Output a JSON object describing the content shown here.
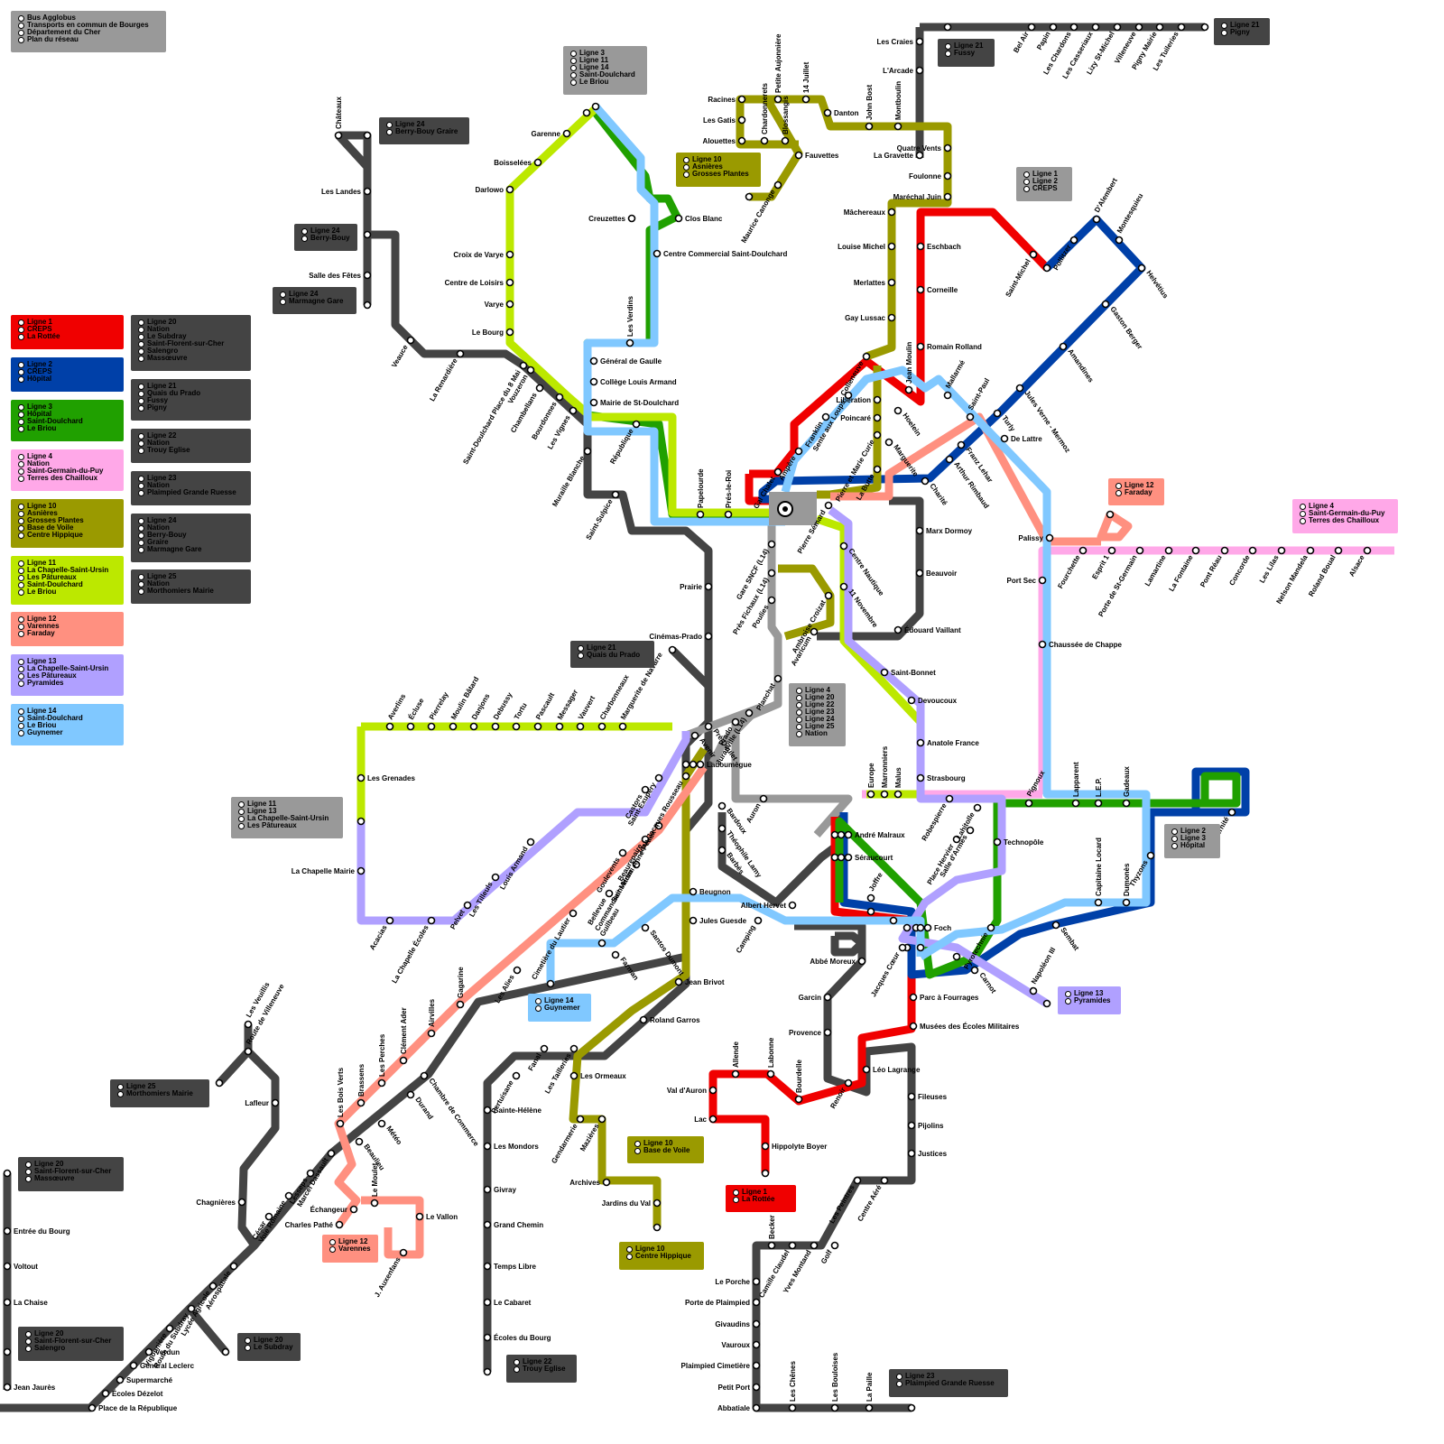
{
  "colors": {
    "dark": "#444444",
    "red": "#f00000",
    "blue": "#0040a8",
    "green": "#20a000",
    "pink": "#ffa8e8",
    "olive": "#9a9a00",
    "lime": "#bce800",
    "salmon": "#ff9080",
    "lavender": "#b0a0ff",
    "sky": "#80c8ff",
    "grey_box": "#999999"
  },
  "legend": [
    {
      "id": "agglobus",
      "color": "grey_box",
      "lines": [
        "Bus Agglobus",
        "Transports en commun de Bourges",
        "Département du Cher",
        "Plan du réseau"
      ]
    },
    {
      "id": "l1",
      "color": "red",
      "lines": [
        "Ligne 1",
        "CREPS",
        "La Rottée"
      ]
    },
    {
      "id": "l2",
      "color": "blue",
      "lines": [
        "Ligne 2",
        "CREPS",
        "Hôpital"
      ]
    },
    {
      "id": "l3",
      "color": "green",
      "lines": [
        "Ligne 3",
        "Hôpital",
        "Saint-Doulchard",
        "Le Briou"
      ]
    },
    {
      "id": "l4",
      "color": "pink",
      "lines": [
        "Ligne 4",
        "Nation",
        "Saint-Germain-du-Puy",
        "Terres des Chailloux"
      ]
    },
    {
      "id": "l10",
      "color": "olive",
      "lines": [
        "Ligne 10",
        "Asnières",
        "Grosses Plantes",
        "Base de Voile",
        "Centre Hippique"
      ]
    },
    {
      "id": "l11",
      "color": "lime",
      "lines": [
        "Ligne 11",
        "La Chapelle-Saint-Ursin",
        "Les Pâtureaux",
        "Saint-Doulchard",
        "Le Briou"
      ]
    },
    {
      "id": "l12",
      "color": "salmon",
      "lines": [
        "Ligne 12",
        "Varennes",
        "Faraday"
      ]
    },
    {
      "id": "l13",
      "color": "lavender",
      "lines": [
        "Ligne 13",
        "La Chapelle-Saint-Ursin",
        "Les Pâtureaux",
        "Pyramides"
      ]
    },
    {
      "id": "l14",
      "color": "sky",
      "lines": [
        "Ligne 14",
        "Saint-Doulchard",
        "Le Briou",
        "Guynemer"
      ]
    },
    {
      "id": "l20",
      "color": "dark",
      "lines": [
        "Ligne 20",
        "Nation",
        "Le Subdray",
        "Saint-Florent-sur-Cher",
        "Salengro",
        "Massœuvre"
      ]
    },
    {
      "id": "l21",
      "color": "dark",
      "lines": [
        "Ligne 21",
        "Quais du Prado",
        "Fussy",
        "Pigny"
      ]
    },
    {
      "id": "l22",
      "color": "dark",
      "lines": [
        "Ligne 22",
        "Nation",
        "Trouy Eglise"
      ]
    },
    {
      "id": "l23",
      "color": "dark",
      "lines": [
        "Ligne 23",
        "Nation",
        "Plaimpied Grande Ruesse"
      ]
    },
    {
      "id": "l24",
      "color": "dark",
      "lines": [
        "Ligne 24",
        "Nation",
        "Berry-Bouy",
        "Graire",
        "Marmagne Gare"
      ]
    },
    {
      "id": "l25",
      "color": "dark",
      "lines": [
        "Ligne 25",
        "Nation",
        "Morthomiers Mairie"
      ]
    }
  ],
  "terminus_boxes": [
    {
      "id": "t-l3-l11-l14",
      "color": "grey_box",
      "lines": [
        "Ligne 3",
        "Ligne 11",
        "Ligne 14",
        "Saint-Doulchard",
        "Le Briou"
      ]
    },
    {
      "id": "t-l21-fussy",
      "color": "dark",
      "lines": [
        "Ligne 21",
        "Fussy"
      ]
    },
    {
      "id": "t-l21-pigny",
      "color": "dark",
      "lines": [
        "Ligne 21",
        "Pigny"
      ]
    },
    {
      "id": "t-l24-graire",
      "color": "dark",
      "lines": [
        "Ligne 24",
        "Berry-Bouy Graire"
      ]
    },
    {
      "id": "t-l24-berry",
      "color": "dark",
      "lines": [
        "Ligne 24",
        "Berry-Bouy"
      ]
    },
    {
      "id": "t-l24-marmagne",
      "color": "dark",
      "lines": [
        "Ligne 24",
        "Marmagne Gare"
      ]
    },
    {
      "id": "t-l10-asnieres",
      "color": "olive",
      "lines": [
        "Ligne 10",
        "Asnières",
        "Grosses Plantes"
      ]
    },
    {
      "id": "t-l1-l2-creps",
      "color": "grey_box",
      "lines": [
        "Ligne 1",
        "Ligne 2",
        "CREPS"
      ]
    },
    {
      "id": "t-l12-faraday",
      "color": "salmon",
      "lines": [
        "Ligne 12",
        "Faraday"
      ]
    },
    {
      "id": "t-l4-stgermain",
      "color": "pink",
      "lines": [
        "Ligne 4",
        "Saint-Germain-du-Puy",
        "Terres des Chailloux"
      ]
    },
    {
      "id": "t-l21-prado",
      "color": "dark",
      "lines": [
        "Ligne 21",
        "Quais du Prado"
      ]
    },
    {
      "id": "t-nation",
      "color": "grey_box",
      "lines": [
        "Ligne 4",
        "Ligne 20",
        "Ligne 22",
        "Ligne 23",
        "Ligne 24",
        "Ligne 25",
        "Nation"
      ]
    },
    {
      "id": "t-l11-l13",
      "color": "grey_box",
      "lines": [
        "Ligne 11",
        "Ligne 13",
        "La Chapelle-Saint-Ursin",
        "Les Pâtureaux"
      ]
    },
    {
      "id": "t-l2-l3-hopital",
      "color": "grey_box",
      "lines": [
        "Ligne 2",
        "Ligne 3",
        "Hôpital"
      ]
    },
    {
      "id": "t-l14-guynemer",
      "color": "sky",
      "lines": [
        "Ligne 14",
        "Guynemer"
      ]
    },
    {
      "id": "t-l13-pyramides",
      "color": "lavender",
      "lines": [
        "Ligne 13",
        "Pyramides"
      ]
    },
    {
      "id": "t-l25-morthomiers",
      "color": "dark",
      "lines": [
        "Ligne 25",
        "Morthomiers Mairie"
      ]
    },
    {
      "id": "t-l10-basevoile",
      "color": "olive",
      "lines": [
        "Ligne 10",
        "Base de Voile"
      ]
    },
    {
      "id": "t-l1-rottee",
      "color": "red",
      "lines": [
        "Ligne 1",
        "La Rottée"
      ]
    },
    {
      "id": "t-l20-stflorent-mass",
      "color": "dark",
      "lines": [
        "Ligne 20",
        "Saint-Florent-sur-Cher",
        "Massœuvre"
      ]
    },
    {
      "id": "t-l12-varennes",
      "color": "salmon",
      "lines": [
        "Ligne 12",
        "Varennes"
      ]
    },
    {
      "id": "t-l10-hippique",
      "color": "olive",
      "lines": [
        "Ligne 10",
        "Centre Hippique"
      ]
    },
    {
      "id": "t-l20-salengro",
      "color": "dark",
      "lines": [
        "Ligne 20",
        "Saint-Florent-sur-Cher",
        "Salengro"
      ]
    },
    {
      "id": "t-l20-subdray",
      "color": "dark",
      "lines": [
        "Ligne 20",
        "Le Subdray"
      ]
    },
    {
      "id": "t-l22-trouy",
      "color": "dark",
      "lines": [
        "Ligne 22",
        "Trouy Eglise"
      ]
    },
    {
      "id": "t-l23-plaimpied",
      "color": "dark",
      "lines": [
        "Ligne 23",
        "Plaimpied Grande Ruesse"
      ]
    }
  ],
  "stations": [
    "Châteaux",
    "Les Landes",
    "Salle des Fêtes",
    "Veauce",
    "La Renardière",
    "Saint-Doulchard Place du 8 Mai",
    "Vouzeron",
    "Chambellans",
    "Bourdonnes",
    "Les Vignes",
    "Muraille Blanche",
    "Saint-Sulpice",
    "Prairie",
    "Cinémas-Prado",
    "Garenne",
    "Boisselées",
    "Darlowo",
    "Croix de Varye",
    "Centre de Loisirs",
    "Varye",
    "Le Bourg",
    "Creuzettes",
    "Clos Blanc",
    "Centre Commercial Saint-Doulchard",
    "Les Verdins",
    "Général de Gaulle",
    "Collège Louis Armand",
    "Mairie de St-Doulchard",
    "République",
    "Papelourde",
    "Prés-le-Roi",
    "Racines",
    "Les Gatis",
    "Alouettes",
    "Chardonnerets",
    "Petite Aujonnière",
    "Blossangis",
    "14 Juillet",
    "Danton",
    "John Bost",
    "Montboulin",
    "Fauvettes",
    "Maurice Canonge",
    "Les Craies",
    "L'Arcade",
    "Quatre Vents",
    "La Gravette",
    "Foulonne",
    "Maréchal Juin",
    "Bel Air",
    "Papin",
    "Les Chardons",
    "Les Casseriaux",
    "Lizy St-Michel",
    "Villeneuve",
    "Pigny Mairie",
    "Les Tuileries",
    "Mâchereaux",
    "Louise Michel",
    "Merlattes",
    "Gay Lussac",
    "Colleneuve",
    "Jean Moulin",
    "Eschbach",
    "Corneille",
    "Romain Rolland",
    "Saint-Michel",
    "Pollitzer",
    "D'Alembert",
    "Montesquieu",
    "Helvétius",
    "Gaston Berger",
    "Amandines",
    "Jules Verne - Mermoz",
    "Turly",
    "De Lattre",
    "Mallarmé",
    "Saint-Paul",
    "Franz Lehar",
    "Arthur Rimbaud",
    "Charité",
    "Marguerite",
    "Hoelein",
    "Sente aux Loups",
    "Franklin",
    "Libération",
    "Poincaré",
    "Pierre et Marie Curie",
    "La Butte",
    "Ampère",
    "Gal Chalet",
    "Gare SNCF (L14)",
    "Pierre Sémard",
    "Près Fichaux (L14)",
    "Poulies",
    "Ambroise Croizat",
    "Avaricum",
    "Centre Nautique",
    "11 Novembre",
    "Marx Dormoy",
    "Beauvoir",
    "Édouard Vaillant",
    "Palissy",
    "Port Sec",
    "Chaussée de Chappe",
    "Fourchette",
    "Esprit 1",
    "Porte de St-Germain",
    "Lamartine",
    "La Fontaine",
    "Pont Réau",
    "Concorde",
    "Les Lilas",
    "Nelson Mandela",
    "Roland Boual",
    "Alsace",
    "Saint-Bonnet",
    "Devoucoux",
    "Anatole France",
    "Strasbourg",
    "Planchat",
    "Juranville (L14)",
    "Prado",
    "Pré-Doulet",
    "Avenir",
    "Ladoumègue",
    "Auron",
    "Bardoux",
    "Théophile Lamy",
    "Barbès",
    "Averlins",
    "Écluse",
    "Pierrelay",
    "Moulin Bâtard",
    "Danjons",
    "Debussy",
    "Tortu",
    "Pascault",
    "Messager",
    "Vauvert",
    "Charbonneaux",
    "Marguerite de Navarre",
    "Les Grenades",
    "La Chapelle Mairie",
    "Acacias",
    "La Chapelle Écoles",
    "Pelvet",
    "Les Tilleuls",
    "Louis Armand",
    "Saint-Exupéry",
    "Castors",
    "Jean-Jacques Rousseau",
    "Saint-Henri Anne Peaux",
    "Beaurepaire",
    "Commandant Martin",
    "Goulevents",
    "Cimetière du Lautier",
    "Bellevue",
    "Europe",
    "Marronniers",
    "Malus",
    "Pignoux",
    "Lapparent",
    "L.E.P.",
    "Gadeaux",
    "Thyzons",
    "Maternité",
    "Robespierre",
    "Place Hervier",
    "Salle d'Armes",
    "Lahitolle",
    "Technopôle",
    "André Malraux",
    "Séraucourt",
    "Joffre",
    "Foch",
    "Albert Hervet",
    "Camping",
    "Beugnon",
    "Jules Guesde",
    "Capitaine Locard",
    "Dumonès",
    "Sembat",
    "Pyrotechnie",
    "Napoléon III",
    "Carnot",
    "Jacques Cœur",
    "Abbé Moreux",
    "Garcin",
    "Provence",
    "Guilbeau",
    "Santos Dumont",
    "Farman",
    "Jean Brivot",
    "Roland Garros",
    "Les Alies",
    "Gagarine",
    "Airvilles",
    "Clément Ader",
    "Les Perches",
    "Brassens",
    "Les Bois Verts",
    "Marcel Dassault",
    "Durand",
    "Chambre de Commerce",
    "Météo",
    "Beaulieu",
    "Le Moulet",
    "Échangeur",
    "Charles Pathé",
    "Le Vallon",
    "J. Auxenfans",
    "Fanal",
    "Les Tailleries",
    "Pertuisane",
    "Les Ormeaux",
    "Sainte-Hélène",
    "Les Mondors",
    "Givray",
    "Grand Chemin",
    "Temps Libre",
    "Le Cabaret",
    "Écoles du Bourg",
    "Gendarmerie",
    "Mazières",
    "Archives",
    "Jardins du Val",
    "Parc à Fourrages",
    "Musées des Écoles Militaires",
    "Léo Lagrange",
    "Val d'Auron",
    "Allende",
    "Labonne",
    "Bourdelle",
    "Renoir",
    "Lac",
    "Hippolyte Boyer",
    "Fileuses",
    "Pijolins",
    "Justices",
    "Les Peintres",
    "Centre Aéré",
    "Golf",
    "Becker",
    "Camille Claudel",
    "Yves Montand",
    "Le Porche",
    "Porte de Plaimpied",
    "Givaudins",
    "Vauroux",
    "Plaimpied Cimetière",
    "Petit Port",
    "Abbatiale",
    "Les Chênes",
    "Les Bouloises",
    "La Paille",
    "Les Veuillis",
    "Route de Villeneuve",
    "Lafleur",
    "Lesseps",
    "Voie Romaine",
    "César",
    "Chagnières",
    "Verdun",
    "Aérospatiale",
    "Lycée Agricole",
    "Route du Subdray",
    "Vigonnière",
    "Général Leclerc",
    "Supermarché",
    "Écoles Dézelot",
    "Place de la République",
    "Entrée du Bourg",
    "Voltout",
    "La Chaise",
    "Jean Jaurès"
  ]
}
